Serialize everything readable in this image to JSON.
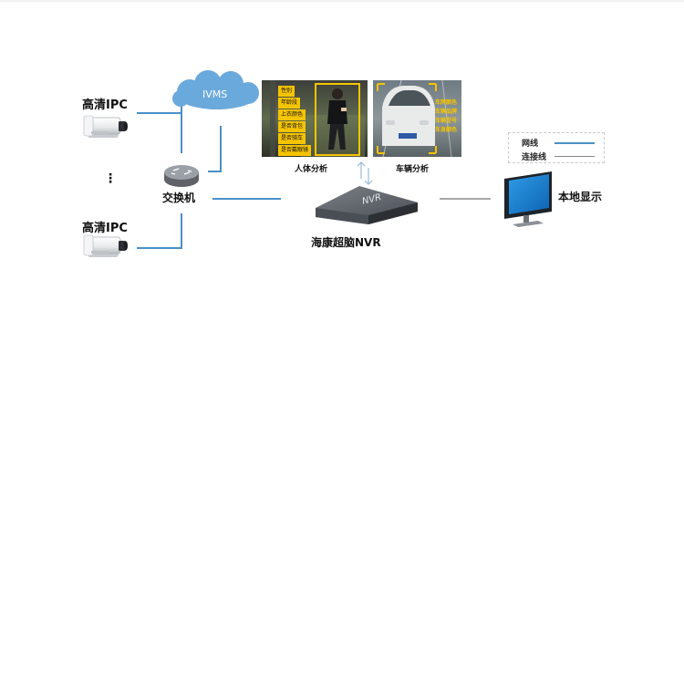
{
  "nodes": {
    "camera_top": "高清IPC",
    "camera_bottom": "高清IPC",
    "camera_gap": "⋮",
    "switch": "交换机",
    "ivms": "IVMS",
    "nvr": "海康超脑NVR",
    "nvr_box_text": "NVR",
    "monitor": "本地显示"
  },
  "analysis": {
    "human": {
      "caption": "人体分析",
      "tags": [
        "性别",
        "年龄段",
        "上衣颜色",
        "是否背包",
        "是否骑车",
        "是否戴眼镜"
      ]
    },
    "vehicle": {
      "caption": "车辆分析",
      "tags": [
        "车牌颜色",
        "车辆品牌",
        "车辆型号",
        "车身颜色"
      ]
    }
  },
  "legend": {
    "network_label": "网线",
    "connection_label": "连接线",
    "network_color": "#4a90c8",
    "connection_color": "#888888"
  },
  "colors": {
    "line_blue": "#4a90c8",
    "cloud": "#6aa9dc",
    "highlight": "#f5c400"
  }
}
